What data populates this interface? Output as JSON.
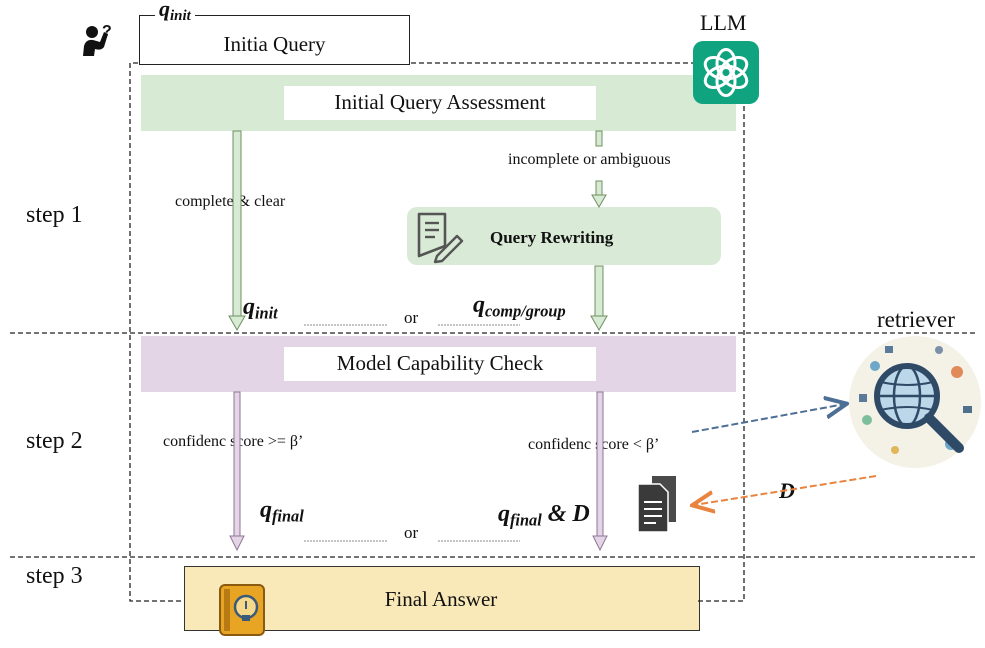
{
  "colors": {
    "assessment_band": "#d7ead4",
    "rewriting_box": "#d9ebd6",
    "capability_band": "#e3d5e6",
    "final_box": "#f9e9b8",
    "green_arrow": "#b7d4a8",
    "purple_arrow": "#cdb6d2",
    "blue_arrow": "#4d6f96",
    "orange_arrow": "#e8843f",
    "llm_logo": "#10a37f"
  },
  "icons": {
    "user": "user-question-icon",
    "llm": "openai-logo-icon",
    "rewrite": "document-edit-icon",
    "retriever": "magnifier-globe-icon",
    "documents": "documents-icon",
    "answer": "lightbulb-book-icon"
  },
  "labels": {
    "q_init_top_main": "q",
    "q_init_top_sub": "init",
    "initial_query": "Initia Query",
    "llm": "LLM",
    "assessment": "Initial Query Assessment",
    "complete_clear": "complete & clear",
    "incomplete": "incomplete or ambiguous",
    "rewriting": "Query Rewriting",
    "q_init_main": "q",
    "q_init_sub": "init",
    "or_1": "or",
    "q_comp_main": "q",
    "q_comp_sub": "comp/group",
    "retriever": "retriever",
    "capability": "Model Capability Check",
    "conf_ge": "confidenc score >= β’",
    "conf_lt": "confidenc score < β’",
    "q_final_left_main": "q",
    "q_final_left_sub": "final",
    "or_2": "or",
    "q_final_right_main": "q",
    "q_final_right_sub": "final",
    "q_final_right_suffix": " & D",
    "d_label": "D",
    "final_answer": "Final Answer"
  },
  "steps": {
    "step1": "step 1",
    "step2": "step 2",
    "step3": "step 3"
  }
}
